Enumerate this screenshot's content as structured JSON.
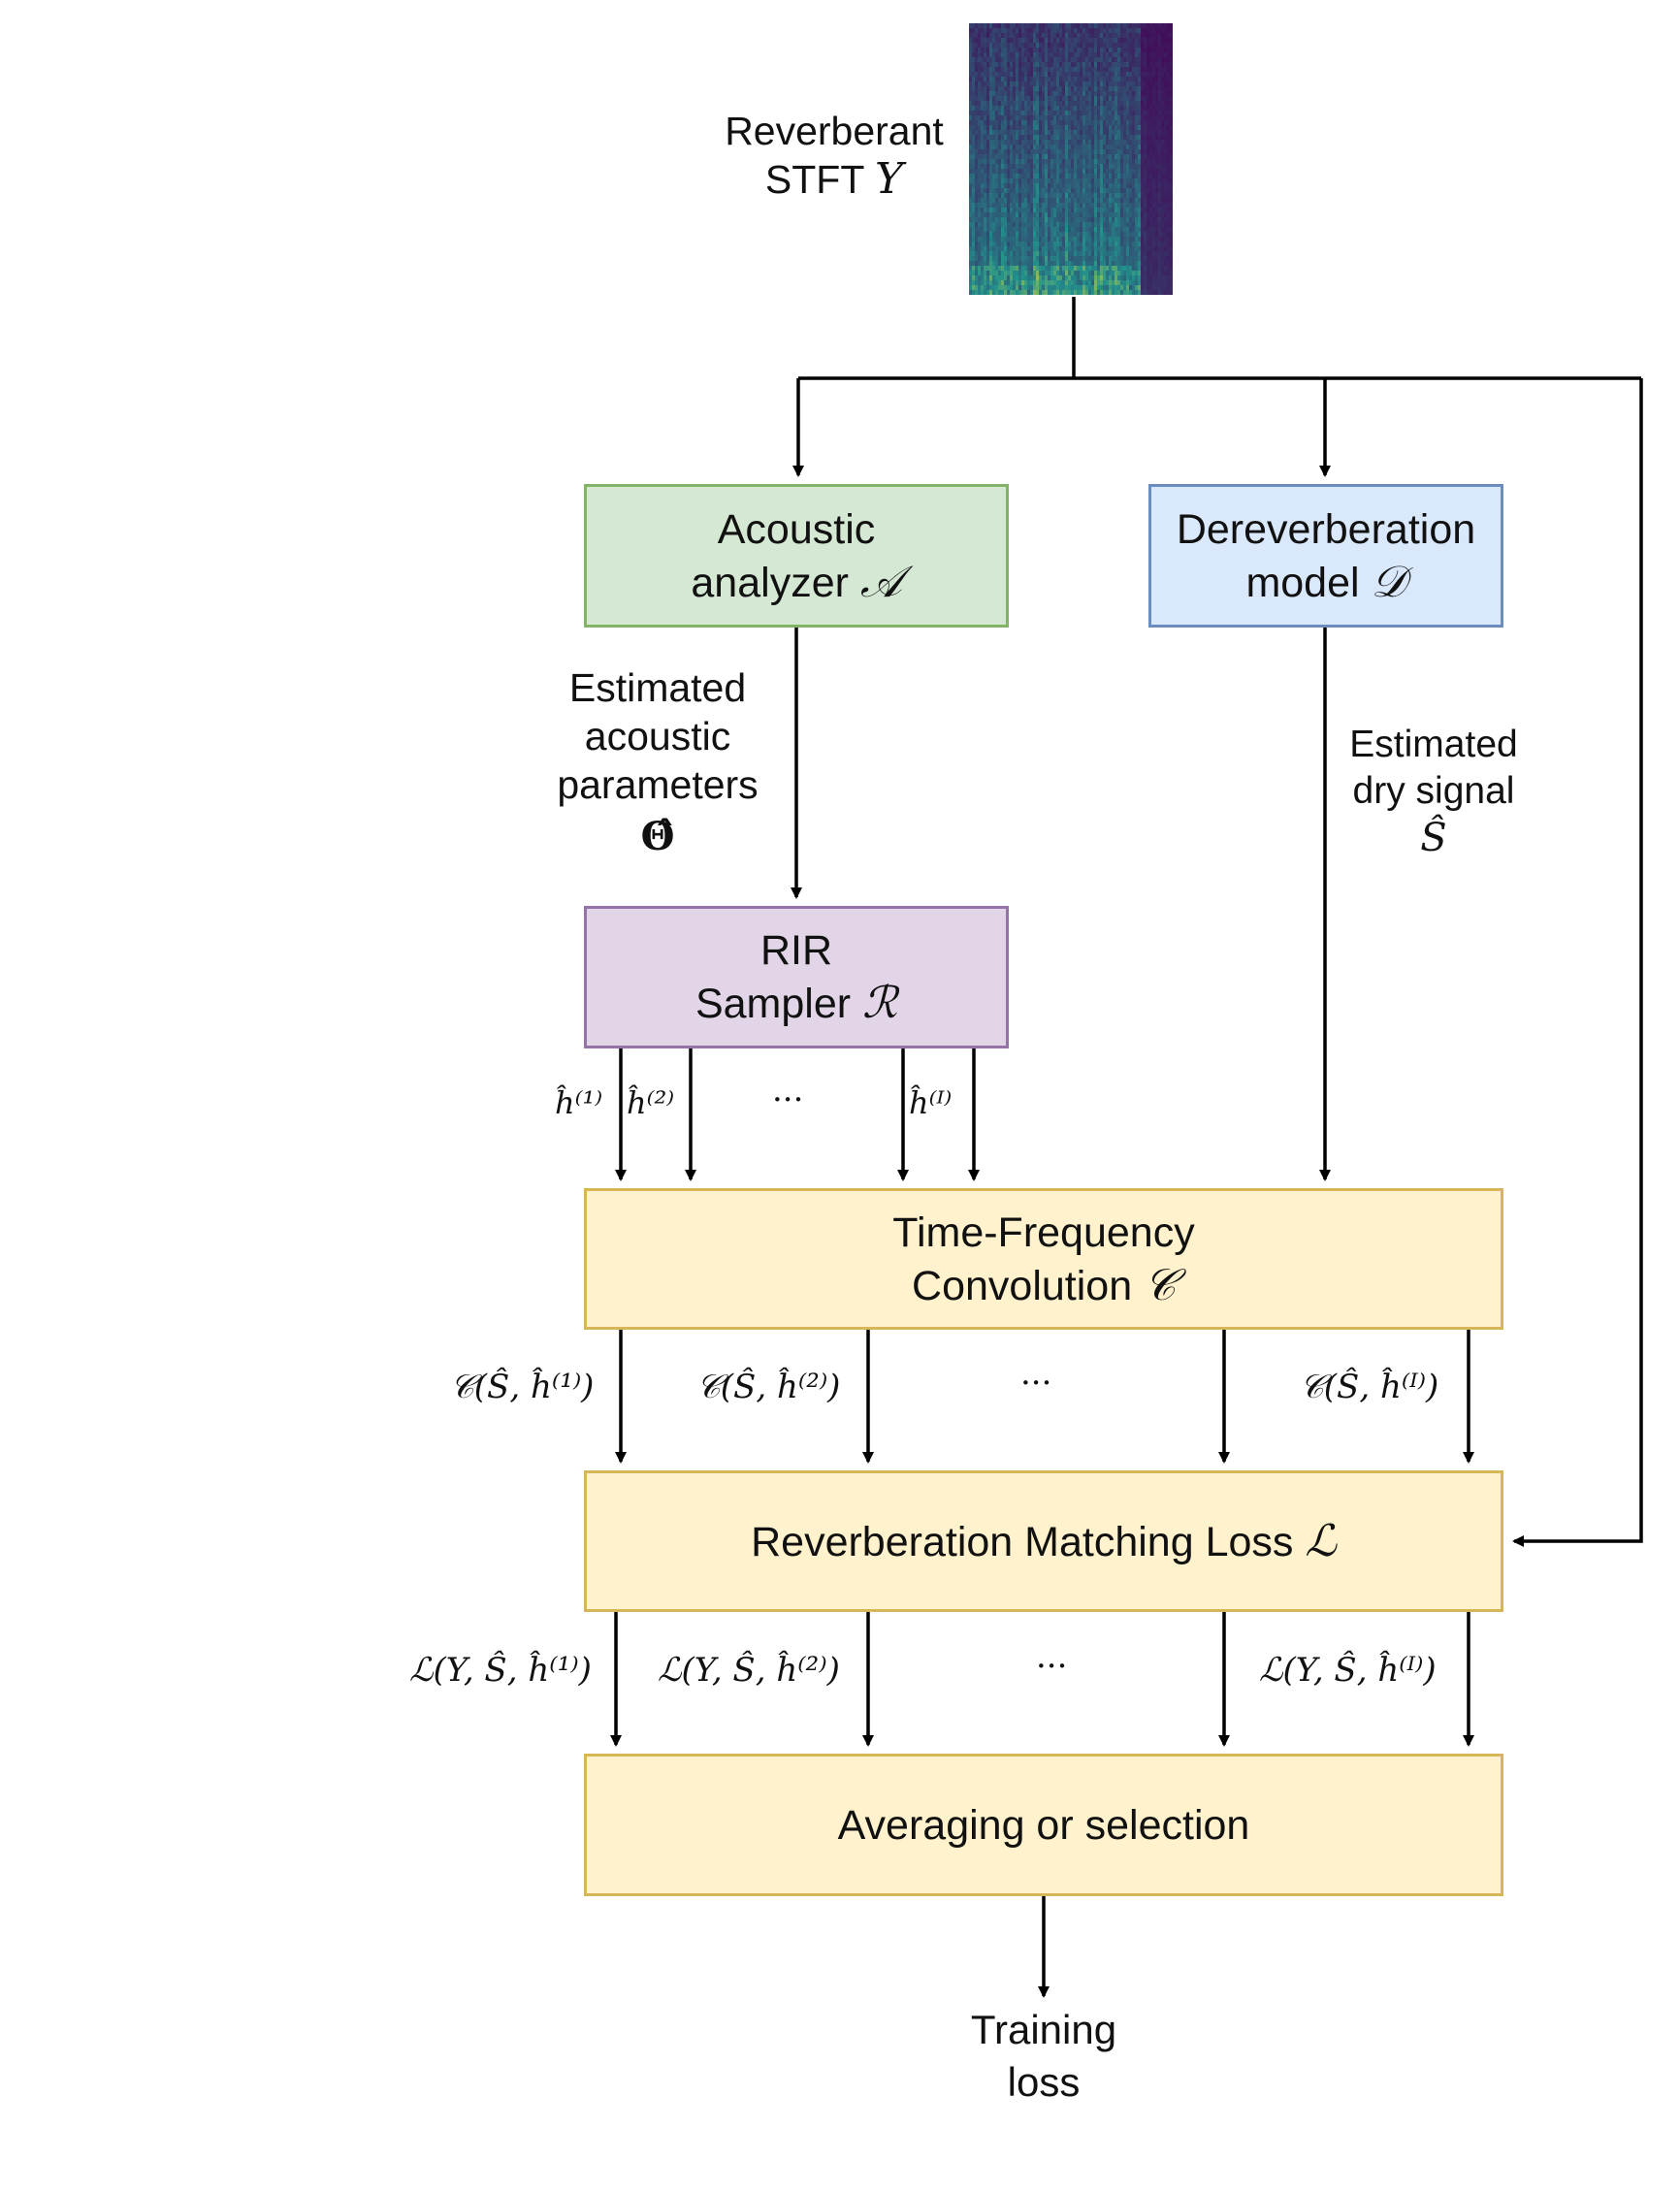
{
  "input": {
    "label_line1": "Reverberant",
    "label_line2": "STFT",
    "label_symbol": "Y"
  },
  "boxes": {
    "acoustic": {
      "line1": "Acoustic",
      "line2": "analyzer",
      "symbol": "𝒜",
      "fill": "#d5e8d4",
      "stroke": "#82b366"
    },
    "dereverb": {
      "line1": "Dereverberation",
      "line2": "model",
      "symbol": "𝒟",
      "fill": "#dae8fc",
      "stroke": "#6c8ebf"
    },
    "rir": {
      "line1": "RIR",
      "line2": "Sampler",
      "symbol": "ℛ",
      "fill": "#e1d5e7",
      "stroke": "#9673a6"
    },
    "conv": {
      "line1": "Time-Frequency",
      "line2": "Convolution",
      "symbol": "𝒞",
      "fill": "#fff2cc",
      "stroke": "#d6b656"
    },
    "loss": {
      "line1": "Reverberation Matching Loss",
      "symbol": "ℒ",
      "fill": "#fff2cc",
      "stroke": "#d6b656"
    },
    "avg": {
      "line1": "Averaging or selection",
      "fill": "#fff2cc",
      "stroke": "#d6b656"
    }
  },
  "labels": {
    "est_params_1": "Estimated",
    "est_params_2": "acoustic",
    "est_params_3": "parameters",
    "est_params_sym": "Θ̂",
    "est_dry_1": "Estimated",
    "est_dry_2": "dry signal",
    "est_dry_sym": "Ŝ",
    "training_1": "Training",
    "training_2": "loss"
  },
  "rir_outputs": [
    "ĥ⁽¹⁾",
    "ĥ⁽²⁾",
    "···",
    "ĥ⁽ᴵ⁾"
  ],
  "conv_outputs": [
    "𝒞(Ŝ, ĥ⁽¹⁾)",
    "𝒞(Ŝ, ĥ⁽²⁾)",
    "···",
    "𝒞(Ŝ, ĥ⁽ᴵ⁾)"
  ],
  "loss_outputs": [
    "ℒ(Y, Ŝ, ĥ⁽¹⁾)",
    "ℒ(Y, Ŝ, ĥ⁽²⁾)",
    "···",
    "ℒ(Y, Ŝ, ĥ⁽ᴵ⁾)"
  ],
  "colors": {
    "line": "#000000",
    "spectrogram_low": "#440154",
    "spectrogram_mid": "#21918c",
    "spectrogram_high": "#fde725"
  }
}
